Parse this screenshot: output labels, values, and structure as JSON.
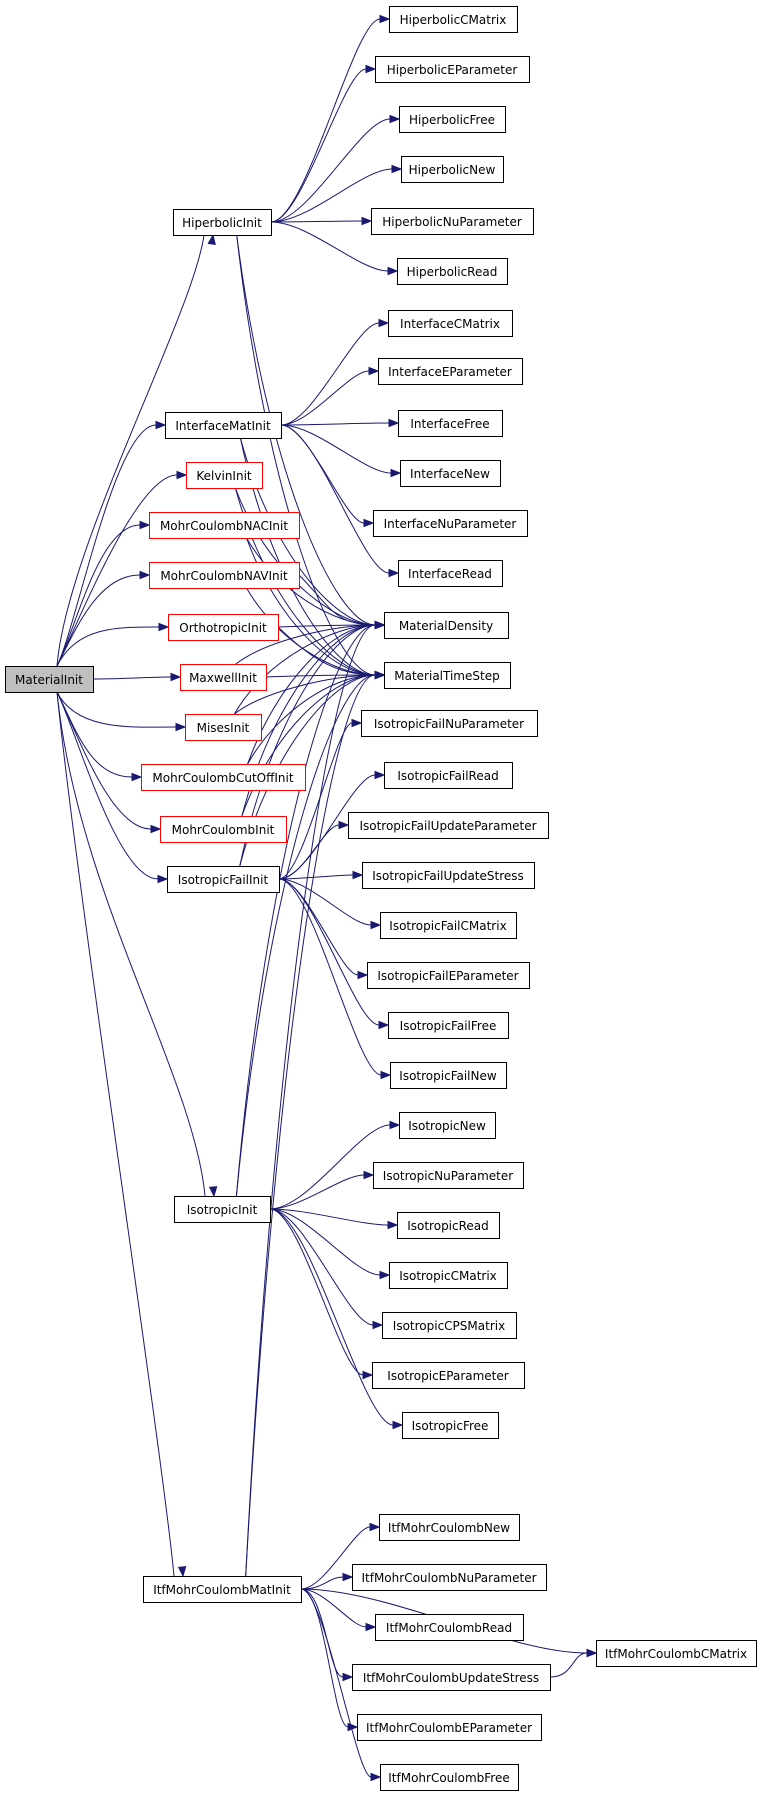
{
  "colors": {
    "edge": "#191970",
    "box": "#000000",
    "box_red": "#ff0000",
    "root_fill": "#bfbfbf"
  },
  "nodes": {
    "MaterialInit": "MaterialInit",
    "HiperbolicInit": "HiperbolicInit",
    "InterfaceMatInit": "InterfaceMatInit",
    "KelvinInit": "KelvinInit",
    "MohrCoulombNACInit": "MohrCoulombNACInit",
    "MohrCoulombNAVInit": "MohrCoulombNAVInit",
    "OrthotropicInit": "OrthotropicInit",
    "MaxwellInit": "MaxwellInit",
    "MisesInit": "MisesInit",
    "MohrCoulombCutOffInit": "MohrCoulombCutOffInit",
    "MohrCoulombInit": "MohrCoulombInit",
    "IsotropicFailInit": "IsotropicFailInit",
    "IsotropicInit": "IsotropicInit",
    "ItfMohrCoulombMatInit": "ItfMohrCoulombMatInit",
    "HiperbolicCMatrix": "HiperbolicCMatrix",
    "HiperbolicEParameter": "HiperbolicEParameter",
    "HiperbolicFree": "HiperbolicFree",
    "HiperbolicNew": "HiperbolicNew",
    "HiperbolicNuParameter": "HiperbolicNuParameter",
    "HiperbolicRead": "HiperbolicRead",
    "InterfaceCMatrix": "InterfaceCMatrix",
    "InterfaceEParameter": "InterfaceEParameter",
    "InterfaceFree": "InterfaceFree",
    "InterfaceNew": "InterfaceNew",
    "InterfaceNuParameter": "InterfaceNuParameter",
    "InterfaceRead": "InterfaceRead",
    "MaterialDensity": "MaterialDensity",
    "MaterialTimeStep": "MaterialTimeStep",
    "IsotropicFailNuParameter": "IsotropicFailNuParameter",
    "IsotropicFailRead": "IsotropicFailRead",
    "IsotropicFailUpdateParameter": "IsotropicFailUpdateParameter",
    "IsotropicFailUpdateStress": "IsotropicFailUpdateStress",
    "IsotropicFailCMatrix": "IsotropicFailCMatrix",
    "IsotropicFailEParameter": "IsotropicFailEParameter",
    "IsotropicFailFree": "IsotropicFailFree",
    "IsotropicFailNew": "IsotropicFailNew",
    "IsotropicNew": "IsotropicNew",
    "IsotropicNuParameter": "IsotropicNuParameter",
    "IsotropicRead": "IsotropicRead",
    "IsotropicCMatrix": "IsotropicCMatrix",
    "IsotropicCPSMatrix": "IsotropicCPSMatrix",
    "IsotropicEParameter": "IsotropicEParameter",
    "IsotropicFree": "IsotropicFree",
    "ItfMohrCoulombNew": "ItfMohrCoulombNew",
    "ItfMohrCoulombNuParameter": "ItfMohrCoulombNuParameter",
    "ItfMohrCoulombRead": "ItfMohrCoulombRead",
    "ItfMohrCoulombCMatrix": "ItfMohrCoulombCMatrix",
    "ItfMohrCoulombUpdateStress": "ItfMohrCoulombUpdateStress",
    "ItfMohrCoulombEParameter": "ItfMohrCoulombEParameter",
    "ItfMohrCoulombFree": "ItfMohrCoulombFree"
  },
  "edges": [
    [
      "MaterialInit",
      "HiperbolicInit"
    ],
    [
      "MaterialInit",
      "InterfaceMatInit"
    ],
    [
      "MaterialInit",
      "KelvinInit"
    ],
    [
      "MaterialInit",
      "MohrCoulombNACInit"
    ],
    [
      "MaterialInit",
      "MohrCoulombNAVInit"
    ],
    [
      "MaterialInit",
      "OrthotropicInit"
    ],
    [
      "MaterialInit",
      "MaxwellInit"
    ],
    [
      "MaterialInit",
      "MisesInit"
    ],
    [
      "MaterialInit",
      "MohrCoulombCutOffInit"
    ],
    [
      "MaterialInit",
      "MohrCoulombInit"
    ],
    [
      "MaterialInit",
      "IsotropicFailInit"
    ],
    [
      "MaterialInit",
      "IsotropicInit"
    ],
    [
      "MaterialInit",
      "ItfMohrCoulombMatInit"
    ],
    [
      "HiperbolicInit",
      "HiperbolicCMatrix"
    ],
    [
      "HiperbolicInit",
      "HiperbolicEParameter"
    ],
    [
      "HiperbolicInit",
      "HiperbolicFree"
    ],
    [
      "HiperbolicInit",
      "HiperbolicNew"
    ],
    [
      "HiperbolicInit",
      "HiperbolicNuParameter"
    ],
    [
      "HiperbolicInit",
      "HiperbolicRead"
    ],
    [
      "HiperbolicInit",
      "MaterialDensity"
    ],
    [
      "HiperbolicInit",
      "MaterialTimeStep"
    ],
    [
      "InterfaceMatInit",
      "InterfaceCMatrix"
    ],
    [
      "InterfaceMatInit",
      "InterfaceEParameter"
    ],
    [
      "InterfaceMatInit",
      "InterfaceFree"
    ],
    [
      "InterfaceMatInit",
      "InterfaceNew"
    ],
    [
      "InterfaceMatInit",
      "InterfaceNuParameter"
    ],
    [
      "InterfaceMatInit",
      "InterfaceRead"
    ],
    [
      "InterfaceMatInit",
      "MaterialDensity"
    ],
    [
      "InterfaceMatInit",
      "MaterialTimeStep"
    ],
    [
      "KelvinInit",
      "MaterialDensity"
    ],
    [
      "KelvinInit",
      "MaterialTimeStep"
    ],
    [
      "MohrCoulombNACInit",
      "MaterialDensity"
    ],
    [
      "MohrCoulombNACInit",
      "MaterialTimeStep"
    ],
    [
      "MohrCoulombNAVInit",
      "MaterialDensity"
    ],
    [
      "MohrCoulombNAVInit",
      "MaterialTimeStep"
    ],
    [
      "OrthotropicInit",
      "MaterialDensity"
    ],
    [
      "OrthotropicInit",
      "MaterialTimeStep"
    ],
    [
      "MaxwellInit",
      "MaterialDensity"
    ],
    [
      "MaxwellInit",
      "MaterialTimeStep"
    ],
    [
      "MisesInit",
      "MaterialDensity"
    ],
    [
      "MisesInit",
      "MaterialTimeStep"
    ],
    [
      "MohrCoulombCutOffInit",
      "MaterialDensity"
    ],
    [
      "MohrCoulombCutOffInit",
      "MaterialTimeStep"
    ],
    [
      "MohrCoulombInit",
      "MaterialDensity"
    ],
    [
      "MohrCoulombInit",
      "MaterialTimeStep"
    ],
    [
      "IsotropicFailInit",
      "MaterialDensity"
    ],
    [
      "IsotropicFailInit",
      "MaterialTimeStep"
    ],
    [
      "IsotropicFailInit",
      "IsotropicFailNuParameter"
    ],
    [
      "IsotropicFailInit",
      "IsotropicFailRead"
    ],
    [
      "IsotropicFailInit",
      "IsotropicFailUpdateParameter"
    ],
    [
      "IsotropicFailInit",
      "IsotropicFailUpdateStress"
    ],
    [
      "IsotropicFailInit",
      "IsotropicFailCMatrix"
    ],
    [
      "IsotropicFailInit",
      "IsotropicFailEParameter"
    ],
    [
      "IsotropicFailInit",
      "IsotropicFailFree"
    ],
    [
      "IsotropicFailInit",
      "IsotropicFailNew"
    ],
    [
      "IsotropicInit",
      "MaterialDensity"
    ],
    [
      "IsotropicInit",
      "MaterialTimeStep"
    ],
    [
      "IsotropicInit",
      "IsotropicNew"
    ],
    [
      "IsotropicInit",
      "IsotropicNuParameter"
    ],
    [
      "IsotropicInit",
      "IsotropicRead"
    ],
    [
      "IsotropicInit",
      "IsotropicCMatrix"
    ],
    [
      "IsotropicInit",
      "IsotropicCPSMatrix"
    ],
    [
      "IsotropicInit",
      "IsotropicEParameter"
    ],
    [
      "IsotropicInit",
      "IsotropicFree"
    ],
    [
      "ItfMohrCoulombMatInit",
      "MaterialDensity"
    ],
    [
      "ItfMohrCoulombMatInit",
      "MaterialTimeStep"
    ],
    [
      "ItfMohrCoulombMatInit",
      "ItfMohrCoulombNew"
    ],
    [
      "ItfMohrCoulombMatInit",
      "ItfMohrCoulombNuParameter"
    ],
    [
      "ItfMohrCoulombMatInit",
      "ItfMohrCoulombRead"
    ],
    [
      "ItfMohrCoulombMatInit",
      "ItfMohrCoulombCMatrix"
    ],
    [
      "ItfMohrCoulombMatInit",
      "ItfMohrCoulombUpdateStress"
    ],
    [
      "ItfMohrCoulombMatInit",
      "ItfMohrCoulombEParameter"
    ],
    [
      "ItfMohrCoulombMatInit",
      "ItfMohrCoulombFree"
    ],
    [
      "ItfMohrCoulombUpdateStress",
      "ItfMohrCoulombCMatrix"
    ]
  ]
}
